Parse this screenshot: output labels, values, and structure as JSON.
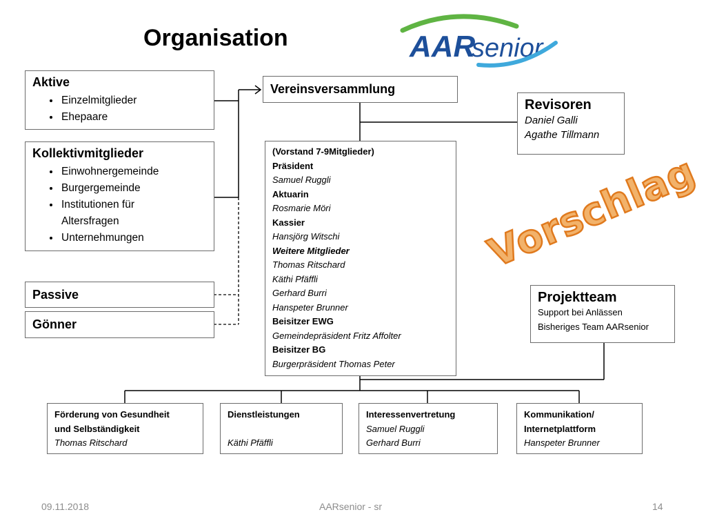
{
  "slide": {
    "title": "Organisation",
    "logo": {
      "prefix": "AAR",
      "suffix": "senior",
      "colors": {
        "green": "#5fb443",
        "blue": "#1d4f9a",
        "light_blue": "#3fa9dc"
      }
    },
    "stamp": "Vorschlag",
    "stamp_color": "#e07a1e"
  },
  "aktive": {
    "title": "Aktive",
    "items": [
      "Einzelmitglieder",
      "Ehepaare"
    ]
  },
  "kollektiv": {
    "title": "Kollektivmitglieder",
    "items": [
      "Einwohnergemeinde",
      "Burgergemeinde",
      "Institutionen für Altersfragen",
      "Unternehmungen"
    ]
  },
  "passive": {
    "title": "Passive"
  },
  "goenner": {
    "title": "Gönner"
  },
  "vereinsversammlung": {
    "title": "Vereinsversammlung"
  },
  "revisoren": {
    "title": "Revisoren",
    "names": [
      "Daniel Galli",
      "Agathe Tillmann"
    ]
  },
  "vorstand": {
    "header": "(Vorstand 7-9Mitglieder)",
    "lines": [
      {
        "text": "Präsident",
        "style": "bold"
      },
      {
        "text": "Samuel Ruggli",
        "style": "italic"
      },
      {
        "text": "Aktuarin",
        "style": "bold"
      },
      {
        "text": "Rosmarie Möri",
        "style": "italic"
      },
      {
        "text": "Kassier",
        "style": "bold"
      },
      {
        "text": "Hansjörg Witschi",
        "style": "italic"
      },
      {
        "text": "Weitere Mitglieder",
        "style": "bold-italic"
      },
      {
        "text": "Thomas Ritschard",
        "style": "italic"
      },
      {
        "text": "Käthi Pfäffli",
        "style": "italic"
      },
      {
        "text": "Gerhard Burri",
        "style": "italic"
      },
      {
        "text": "Hanspeter Brunner",
        "style": "italic"
      },
      {
        "text": "Beisitzer EWG",
        "style": "bold"
      },
      {
        "text": "Gemeindepräsident Fritz Affolter",
        "style": "italic"
      },
      {
        "text": "Beisitzer BG",
        "style": "bold"
      },
      {
        "text": "Burgerpräsident Thomas Peter",
        "style": "italic"
      }
    ]
  },
  "projektteam": {
    "title": "Projektteam",
    "lines": [
      "Support bei Anlässen",
      "Bisheriges Team AARsenior"
    ]
  },
  "ressorts": [
    {
      "title_1": "Förderung von Gesundheit",
      "title_2": "und Selbständigkeit",
      "names": [
        "Thomas Ritschard"
      ]
    },
    {
      "title_1": "Dienstleistungen",
      "title_2": "",
      "names": [
        "Käthi Pfäffli"
      ]
    },
    {
      "title_1": "Interessenvertretung",
      "title_2": "",
      "names": [
        "Samuel Ruggli",
        "Gerhard Burri"
      ]
    },
    {
      "title_1": "Kommunikation/",
      "title_2": "Internetplattform",
      "names": [
        "Hanspeter Brunner"
      ]
    }
  ],
  "footer": {
    "date": "09.11.2018",
    "center": "AARsenior - sr",
    "page": "14"
  }
}
